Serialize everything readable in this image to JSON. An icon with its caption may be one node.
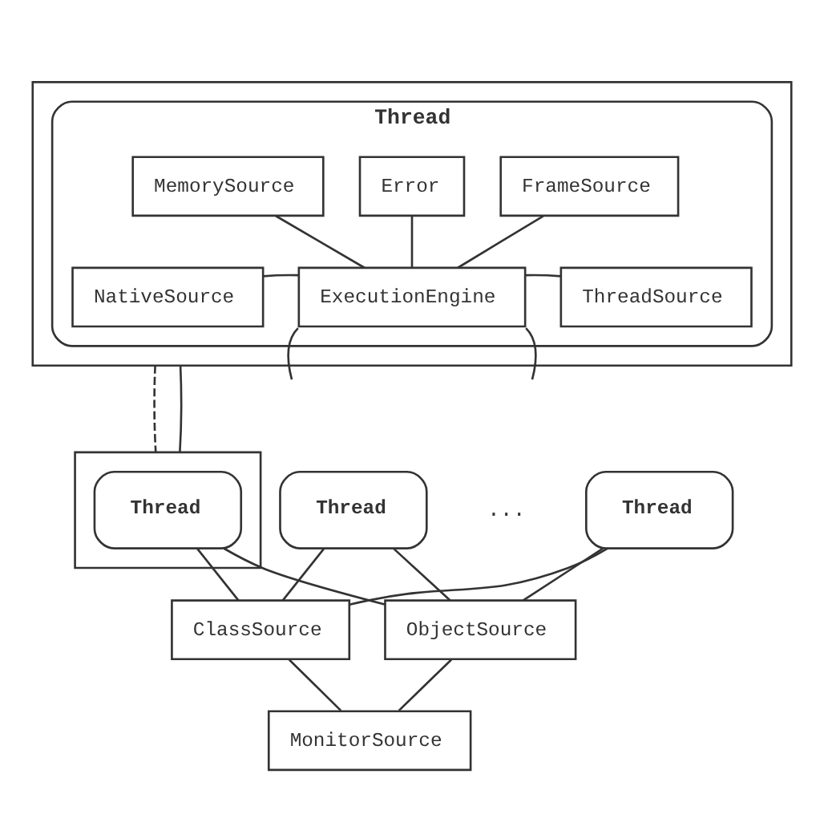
{
  "diagram": {
    "nodes": [
      {
        "text": [],
        "shape": "box"
      },
      {
        "text": [
          "Thread"
        ],
        "in": 0
      },
      {
        "text": [
          "MemorySource"
        ],
        "in": 1
      },
      {
        "text": [
          "Error"
        ],
        "in": 1
      },
      {
        "text": [
          "FrameSource"
        ],
        "in": 1
      },
      {
        "text": [
          "NativeSource"
        ],
        "in": 1
      },
      {
        "text": [
          "ExecutionEngine"
        ],
        "in": 1
      },
      {
        "text": [
          "ThreadSource"
        ],
        "in": 1
      },
      {
        "text": [],
        "shape": "box"
      },
      {
        "text": [
          "Thread"
        ],
        "in": 8
      },
      {
        "text": [
          "Thread"
        ]
      },
      {
        "text": [
          "Thread"
        ]
      },
      {
        "text": [
          "ClassSource"
        ]
      },
      {
        "text": [
          "ObjectSource"
        ]
      },
      {
        "text": [
          "MonitorSource"
        ]
      }
    ],
    "edges": [
      {
        "from": 2,
        "to": 6,
        "arrow": "none"
      },
      {
        "from": 3,
        "to": 6,
        "arrow": "none"
      },
      {
        "from": 4,
        "to": 6,
        "arrow": "none"
      },
      {
        "from": 5,
        "to": 6,
        "arrow": "none"
      },
      {
        "from": 6,
        "to": 7,
        "arrow": "none"
      },
      {
        "from": 6,
        "to": null,
        "arrow": "none"
      },
      {
        "from": 6,
        "to": null,
        "arrow": "none"
      },
      {
        "from": 0,
        "to": 8,
        "arrow": "none",
        "style": "dashed"
      },
      {
        "from": 0,
        "to": 8,
        "arrow": "none"
      },
      {
        "from": 9,
        "to": 12,
        "arrow": "none"
      },
      {
        "from": 9,
        "to": 13,
        "arrow": "none"
      },
      {
        "from": 10,
        "to": 12,
        "arrow": "none"
      },
      {
        "from": 10,
        "to": 13,
        "arrow": "none"
      },
      {
        "from": 11,
        "to": 12,
        "arrow": "none"
      },
      {
        "from": 11,
        "to": 13,
        "arrow": "none"
      },
      {
        "from": 12,
        "to": 14,
        "arrow": "none"
      },
      {
        "from": 13,
        "to": 14,
        "arrow": "none"
      }
    ],
    "labels": [
      "..."
    ]
  }
}
